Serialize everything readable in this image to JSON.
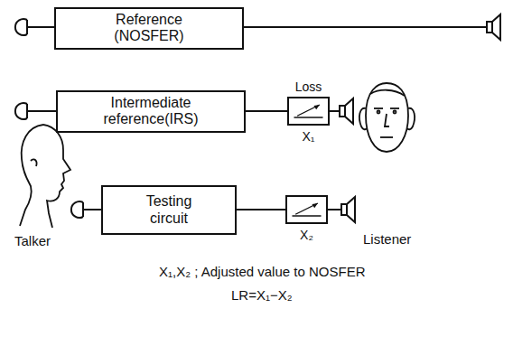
{
  "diagram": {
    "nodes": [
      {
        "text": [
          "Reference (NOSFER)"
        ]
      },
      {
        "text": [
          "Intermediate reference(IRS)"
        ]
      },
      {
        "text": [
          "Loss",
          "X₁"
        ]
      },
      {
        "text": [
          "Testing circuit"
        ]
      },
      {
        "text": [
          "X₂"
        ]
      }
    ],
    "edges": [
      {
        "from": 1,
        "to": 2,
        "arrow": "none"
      },
      {
        "from": 3,
        "to": 4,
        "arrow": "none"
      }
    ],
    "labels": [
      "Talker",
      "Listener",
      "X₁,X₂ ; Adjusted value to NOSFER",
      "LR=X₁−X₂"
    ]
  }
}
